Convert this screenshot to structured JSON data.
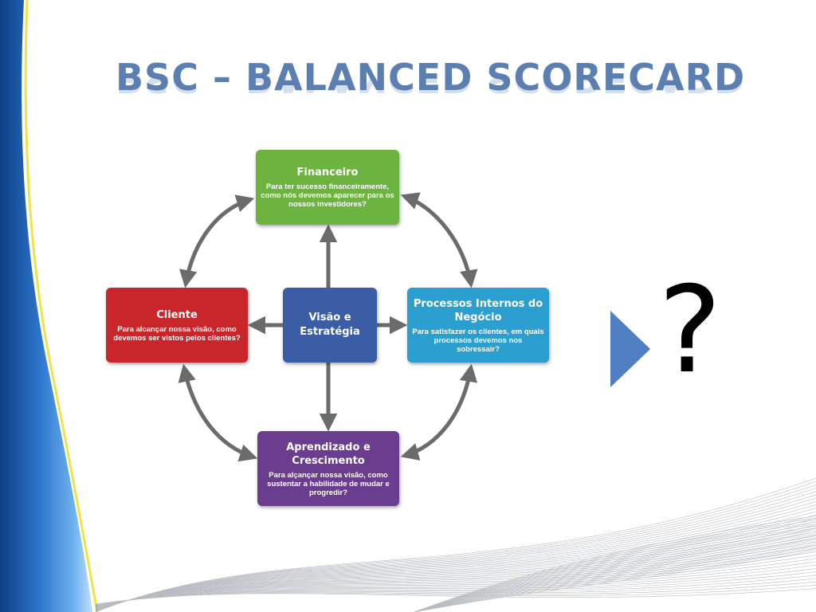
{
  "slide": {
    "title": "BSC – BALANCED SCORECARD",
    "question_mark": "?"
  },
  "diagram": {
    "financeiro": {
      "title": "Financeiro",
      "text": "Para ter sucesso financeiramente, como nós devemos aparecer para os nossos investidores?"
    },
    "cliente": {
      "title": "Cliente",
      "text": "Para alcançar nossa visão, como devemos ser vistos pelos clientes?"
    },
    "visao": {
      "title": "Visão e Estratégia"
    },
    "processos": {
      "title": "Processos Internos do Negócio",
      "text": "Para satisfazer os clientes, em quais processos devemos nos sobressair?"
    },
    "aprendizado": {
      "title": "Aprendizado e Crescimento",
      "text": "Para alçançar nossa visão, como sustentar a habilidade de mudar e progredir?"
    }
  },
  "colors": {
    "financeiro": "#6db33f",
    "cliente": "#c8262b",
    "visao": "#3b5da6",
    "processos": "#2a9fd0",
    "aprendizado": "#6a3d8e",
    "title": "#5a7fb0",
    "arrow": "#6b6b6b",
    "pointer": "#4f7fc2"
  },
  "icons": {
    "pointer": "play-triangle-icon"
  }
}
